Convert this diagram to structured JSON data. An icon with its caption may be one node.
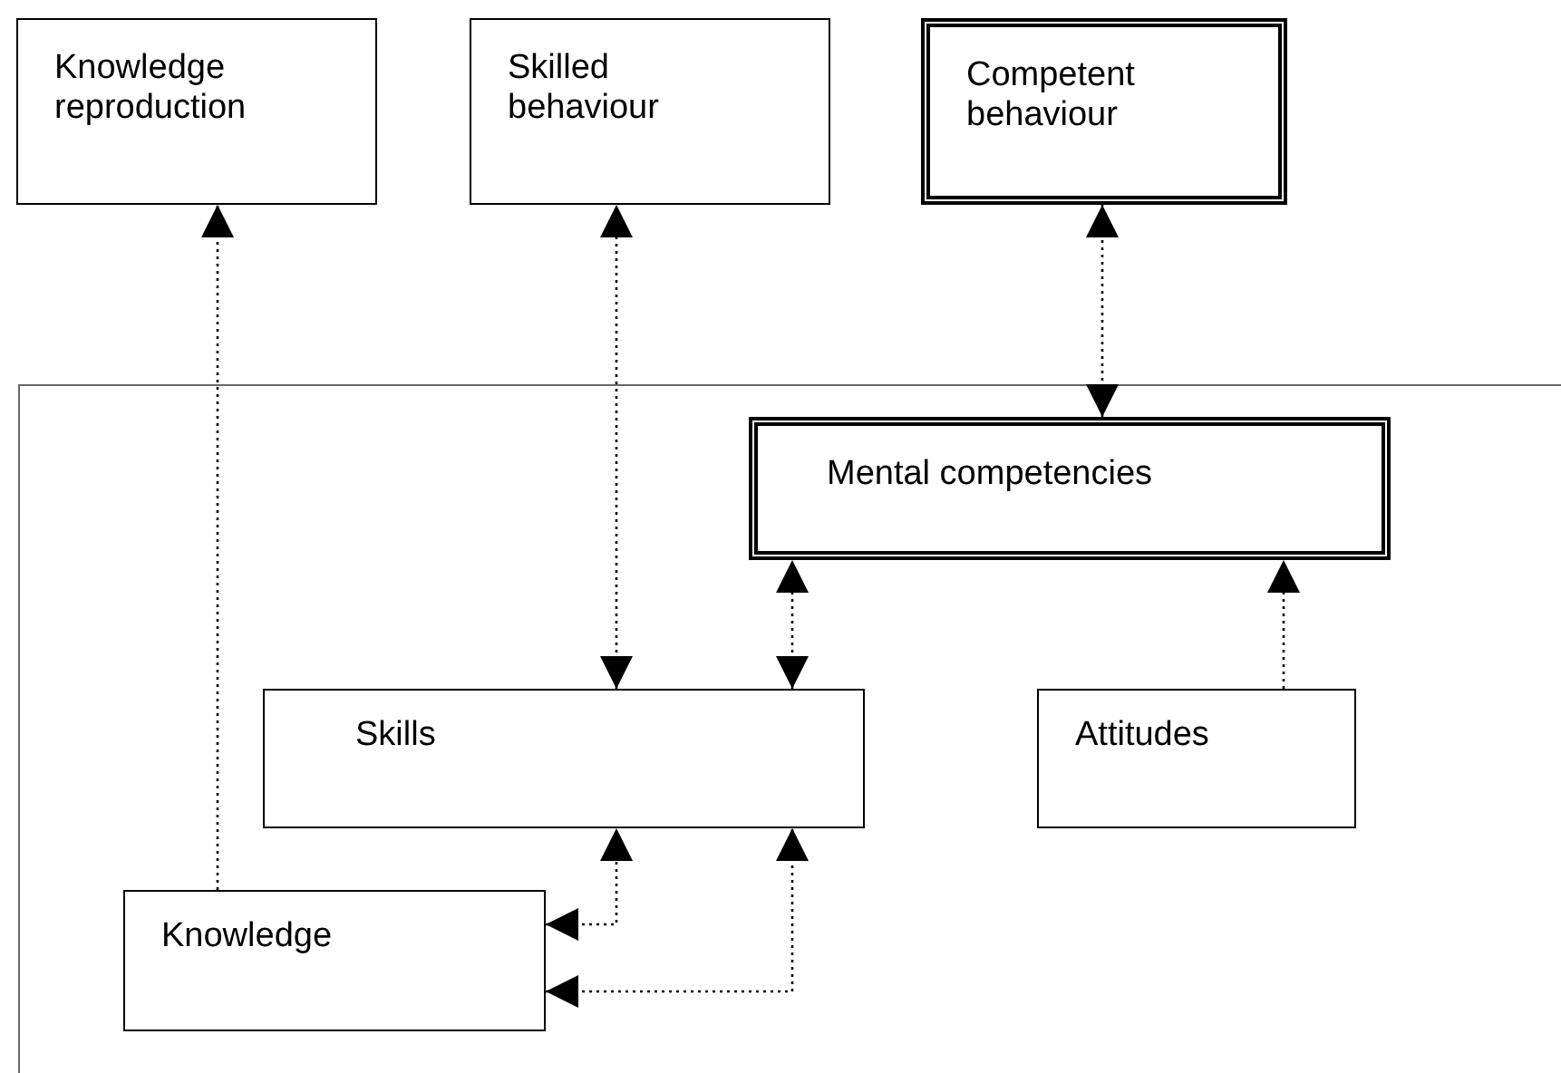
{
  "diagram": {
    "nodes": [
      {
        "text": [
          "Knowledge reproduction"
        ]
      },
      {
        "text": [
          "Skilled behaviour"
        ]
      },
      {
        "text": [
          "Competent behaviour"
        ]
      },
      {
        "text": [],
        "shape": "box"
      },
      {
        "text": [
          "Mental competencies"
        ],
        "in": 3
      },
      {
        "text": [
          "Skills"
        ],
        "in": 3
      },
      {
        "text": [
          "Attitudes"
        ],
        "in": 3
      },
      {
        "text": [
          "Knowledge"
        ],
        "in": 3
      }
    ],
    "edges": [
      {
        "from": 7,
        "to": 0,
        "arrow": "to",
        "style": "dashed"
      },
      {
        "from": 5,
        "to": 1,
        "arrow": "both",
        "style": "dashed"
      },
      {
        "from": 4,
        "to": 2,
        "arrow": "both",
        "style": "dashed"
      },
      {
        "from": 5,
        "to": 4,
        "arrow": "both",
        "style": "dashed"
      },
      {
        "from": 6,
        "to": 4,
        "arrow": "to",
        "style": "dashed"
      },
      {
        "from": 7,
        "to": 5,
        "arrow": "both",
        "style": "dashed"
      },
      {
        "from": 7,
        "to": 5,
        "arrow": "both",
        "style": "dashed"
      }
    ]
  }
}
